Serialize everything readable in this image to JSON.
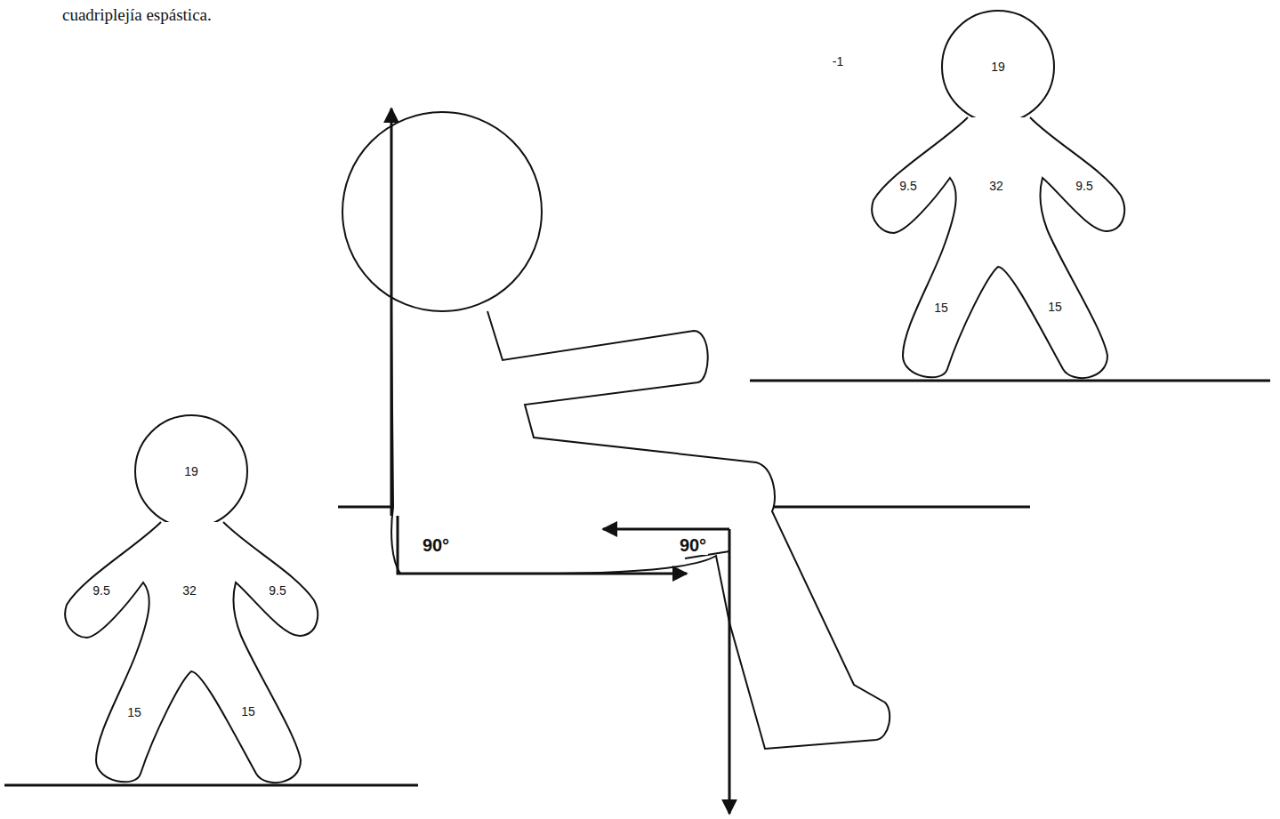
{
  "diagram": {
    "labels": [
      "cuadriplejía espástica.",
      "-1",
      "19",
      "9.5",
      "32",
      "9.5",
      "15",
      "15",
      "90°",
      "90°",
      "19",
      "9.5",
      "32",
      "9.5",
      "15",
      "15"
    ]
  }
}
